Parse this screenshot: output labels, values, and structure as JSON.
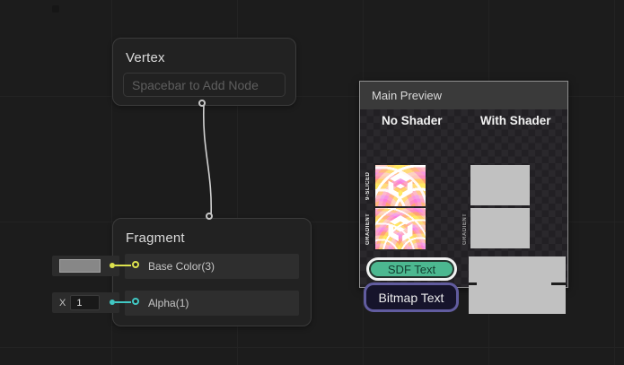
{
  "vertex": {
    "title": "Vertex",
    "hint": "Spacebar to Add Node"
  },
  "fragment": {
    "title": "Fragment",
    "inputs": [
      {
        "label": "Base Color(3)",
        "port_color": "#dde24e"
      },
      {
        "label": "Alpha(1)",
        "port_color": "#41c8c4"
      }
    ]
  },
  "widgets": {
    "color_swatch_color": "#878787",
    "x_label": "X",
    "x_value": "1"
  },
  "preview": {
    "title": "Main Preview",
    "columns": [
      "No Shader",
      "With Shader"
    ],
    "textures": [
      {
        "label": "9-SLICED"
      },
      {
        "label": "GRADIENT"
      }
    ],
    "sdf_label": "SDF Text",
    "bitmap_label": "Bitmap Text",
    "sdf_pill_color": "#4cb890",
    "bitmap_pill_border": "#615c9f",
    "shader_output_color": "#c1c1c1"
  }
}
